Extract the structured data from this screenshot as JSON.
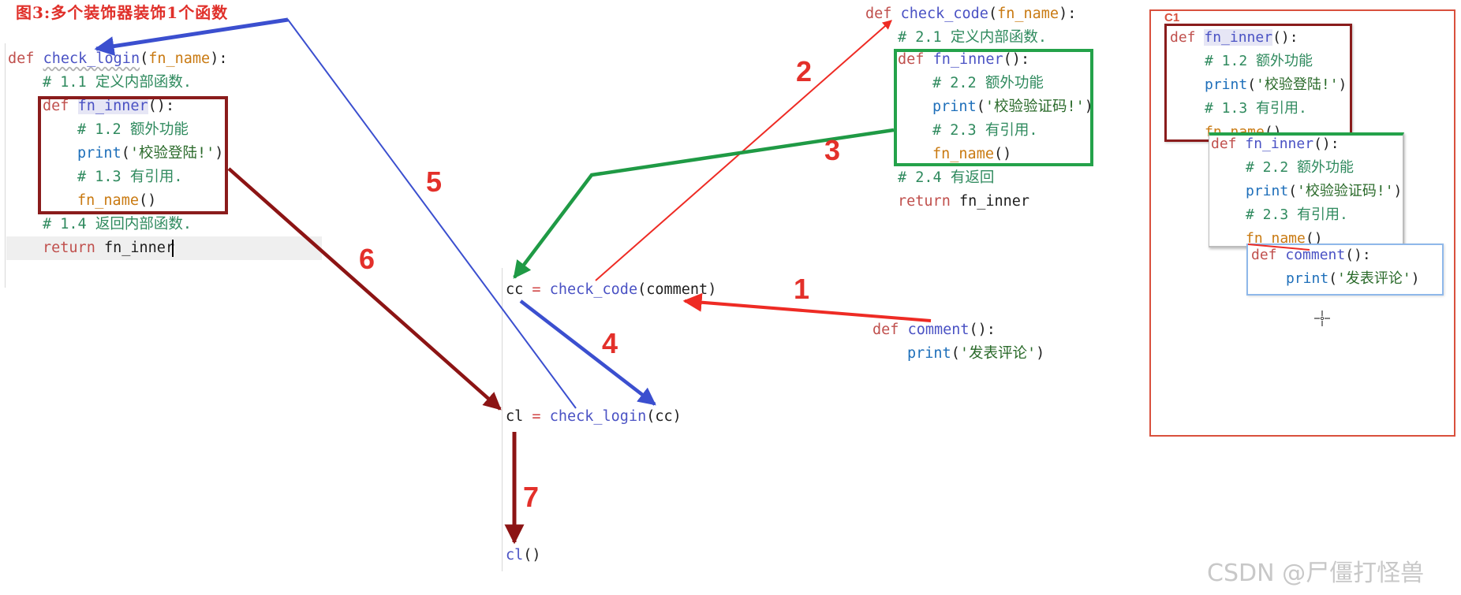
{
  "title": "图3:多个装饰器装饰1个函数",
  "watermark": "CSDN @尸僵打怪兽",
  "panel_label": "C1",
  "step_numbers": [
    "1",
    "2",
    "3",
    "4",
    "5",
    "6",
    "7"
  ],
  "keywords": {
    "def": "def",
    "return": "return"
  },
  "check_login_block": {
    "func_name": "check_login",
    "param": "fn_name",
    "comment_1_1": "# 1.1 定义内部函数.",
    "inner_name": "fn_inner",
    "comment_1_2": "# 1.2 额外功能",
    "print_call": "print",
    "print_arg": "'校验登陆!'",
    "comment_1_3": "# 1.3 有引用.",
    "inner_call": "fn_name",
    "comment_1_4": "# 1.4 返回内部函数.",
    "return_value": "fn_inner"
  },
  "check_code_block": {
    "func_name": "check_code",
    "param": "fn_name",
    "comment_2_1": "# 2.1 定义内部函数.",
    "inner_name": "fn_inner",
    "comment_2_2": "# 2.2 额外功能",
    "print_call": "print",
    "print_arg": "'校验验证码!'",
    "comment_2_3": "# 2.3 有引用.",
    "inner_call": "fn_name",
    "comment_2_4": "# 2.4 有返回",
    "return_value": "fn_inner"
  },
  "comment_block": {
    "func_name": "comment",
    "print_call": "print",
    "print_arg": "'发表评论'"
  },
  "main_statements": {
    "cc_var": "cc",
    "cc_func": "check_code",
    "cc_arg": "comment",
    "cl_var": "cl",
    "cl_func": "check_login",
    "cl_arg": "cc",
    "call_var": "cl",
    "equals": "="
  },
  "colors": {
    "red_arrow": "#ee2b24",
    "blue_arrow": "#3b4fcf",
    "green_arrow": "#1f9a45",
    "darkred_arrow": "#8c1414",
    "darkred_box": "#8a1c1c",
    "green_box": "#24a24a",
    "panel_border": "#d9503d",
    "light_blue_box": "#8fb8ea"
  }
}
